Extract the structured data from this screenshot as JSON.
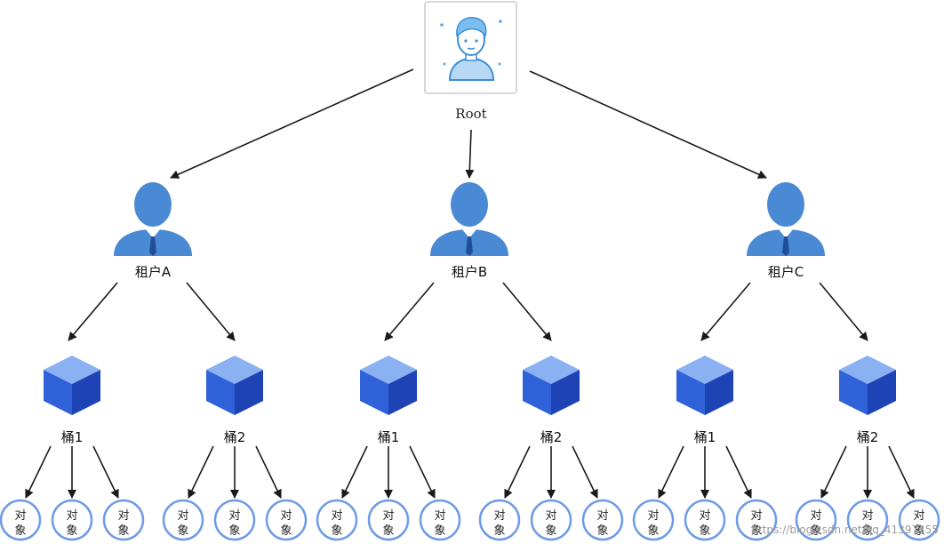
{
  "root": {
    "label": "Root"
  },
  "tenants": [
    {
      "label": "租户A",
      "buckets": [
        {
          "label": "桶1",
          "objects": [
            "对象",
            "对象",
            "对象"
          ]
        },
        {
          "label": "桶2",
          "objects": [
            "对象",
            "对象",
            "对象"
          ]
        }
      ]
    },
    {
      "label": "租户B",
      "buckets": [
        {
          "label": "桶1",
          "objects": [
            "对象",
            "对象",
            "对象"
          ]
        },
        {
          "label": "桶2",
          "objects": [
            "对象",
            "对象",
            "对象"
          ]
        }
      ]
    },
    {
      "label": "租户C",
      "buckets": [
        {
          "label": "桶1",
          "objects": [
            "对象",
            "对象",
            "对象"
          ]
        },
        {
          "label": "桶2",
          "objects": [
            "对象",
            "对象",
            "对象"
          ]
        }
      ]
    }
  ],
  "watermark": "https://blog.csdn.net/qq_41397455",
  "colors": {
    "arrow": "#1a1a1a",
    "tenant_icon": "#4a89d4",
    "cube_top": "#8ab2f2",
    "cube_left": "#2f62d8",
    "cube_right": "#1d43b5",
    "object_ring": "#6f9be6",
    "root_box_border": "#d8d8d8",
    "root_face": "#5aa7e6"
  }
}
